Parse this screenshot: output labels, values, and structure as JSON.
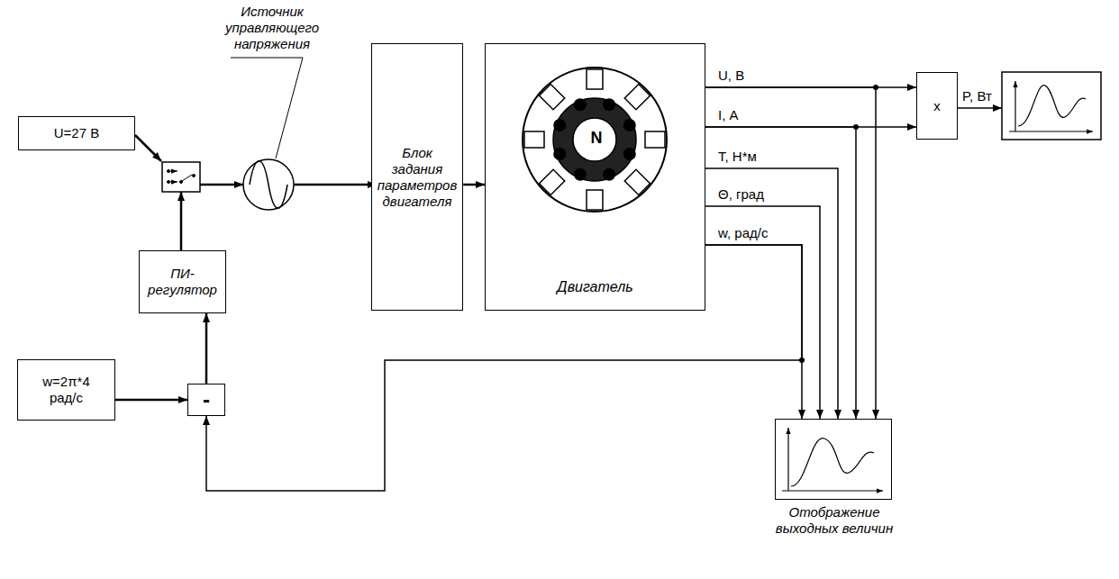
{
  "diagram": {
    "nodes": [
      {
        "text": [
          "U=27 В"
        ]
      },
      {
        "text": [
          "ПИ- регулятор"
        ]
      },
      {
        "text": [
          "w=2π*4 рад/с"
        ]
      },
      {
        "text": [
          "-"
        ]
      },
      {
        "text": [
          "Блок задания параметров двигателя"
        ]
      },
      {
        "text": [
          "Двигатель"
        ]
      },
      {
        "text": [
          "x"
        ]
      },
      {
        "text": [
          "Отображение выходных величин"
        ]
      }
    ],
    "edges": [
      {
        "from": 2,
        "to": 3,
        "arrow": "to"
      },
      {
        "from": 3,
        "to": 1,
        "arrow": "to"
      },
      {
        "from": 4,
        "to": 5,
        "arrow": "to"
      },
      {
        "from": 5,
        "to": 6,
        "label": "U, В",
        "arrow": "to"
      },
      {
        "from": 5,
        "to": 7,
        "arrow": "to"
      },
      {
        "from": 5,
        "to": 6,
        "label": "I, А",
        "arrow": "to"
      },
      {
        "from": 5,
        "to": 7,
        "arrow": "to"
      },
      {
        "from": 5,
        "to": 7,
        "label": "T, Н*м",
        "arrow": "to"
      },
      {
        "from": 5,
        "to": 7,
        "label": "Θ, град",
        "arrow": "to"
      },
      {
        "from": 5,
        "to": 7,
        "label": "w, рад/с",
        "arrow": "to"
      },
      {
        "from": 5,
        "to": 3,
        "arrow": "to"
      }
    ],
    "labels": [
      "Источник управляющего напряжения",
      "N",
      "P, Вт"
    ]
  }
}
